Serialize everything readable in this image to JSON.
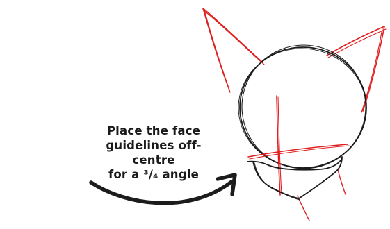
{
  "caption": {
    "line1": "Place the face",
    "line2": "guidelines off-centre",
    "line3": "for a ³/₄ angle"
  },
  "colors": {
    "ink": "#1c1c1c",
    "construction": "#e02020",
    "background": "#ffffff"
  }
}
